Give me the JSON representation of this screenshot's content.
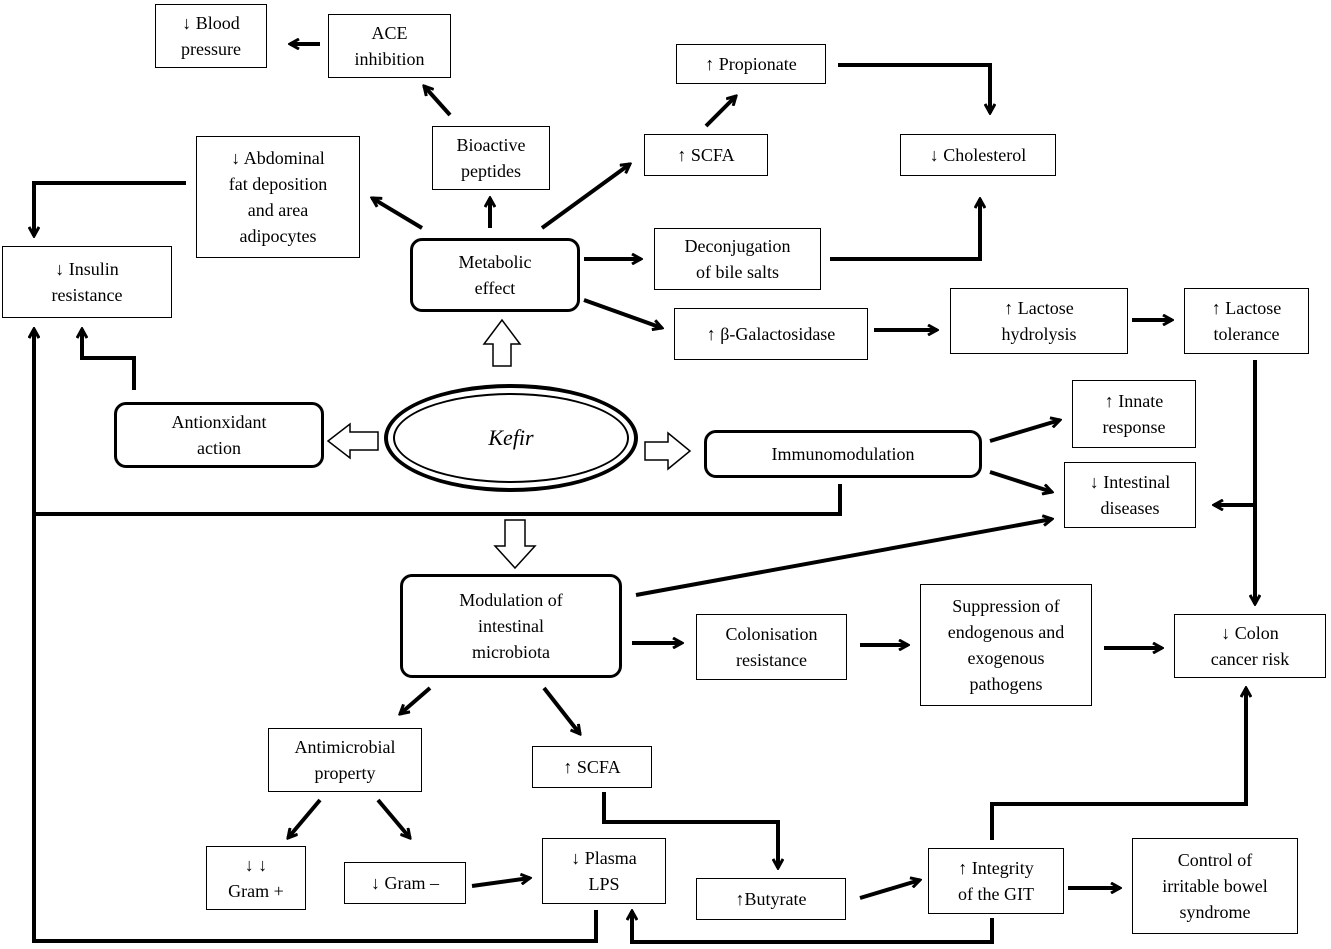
{
  "center": {
    "label": "Kefir"
  },
  "nodes": {
    "blood_pressure": "↓ Blood\npressure",
    "ace_inhibition": "ACE\ninhibition",
    "propionate": "↑ Propionate",
    "abdominal_fat": "↓ Abdominal\nfat deposition\nand area\nadipocytes",
    "bioactive_peptides": "Bioactive\npeptides",
    "scfa_top": "↑ SCFA",
    "cholesterol": "↓ Cholesterol",
    "insulin_resistance": "↓ Insulin\nresistance",
    "metabolic_effect": "Metabolic\neffect",
    "deconjugation": "Deconjugation\nof bile salts",
    "galactosidase": "↑ β-Galactosidase",
    "lactose_hydrolysis": "↑ Lactose\nhydrolysis",
    "lactose_tolerance": "↑ Lactose\ntolerance",
    "antioxidant": "Antionxidant\naction",
    "immunomodulation": "Immunomodulation",
    "innate_response": "↑ Innate\nresponse",
    "intestinal_diseases": "↓ Intestinal\ndiseases",
    "modulation_microbiota": "Modulation of\nintestinal\nmicrobiota",
    "colonisation_resistance": "Colonisation\nresistance",
    "suppression_pathogens": "Suppression of\nendogenous and\nexogenous\npathogens",
    "colon_cancer": "↓ Colon\ncancer risk",
    "antimicrobial": "Antimicrobial\nproperty",
    "scfa_bottom": "↑ SCFA",
    "gram_pos": "↓ ↓\nGram +",
    "gram_neg": "↓ Gram –",
    "plasma_lps": "↓ Plasma\nLPS",
    "butyrate": "↑Butyrate",
    "integrity_git": "↑ Integrity\nof the GIT",
    "ibs": "Control of\nirritable bowel\nsyndrome"
  }
}
